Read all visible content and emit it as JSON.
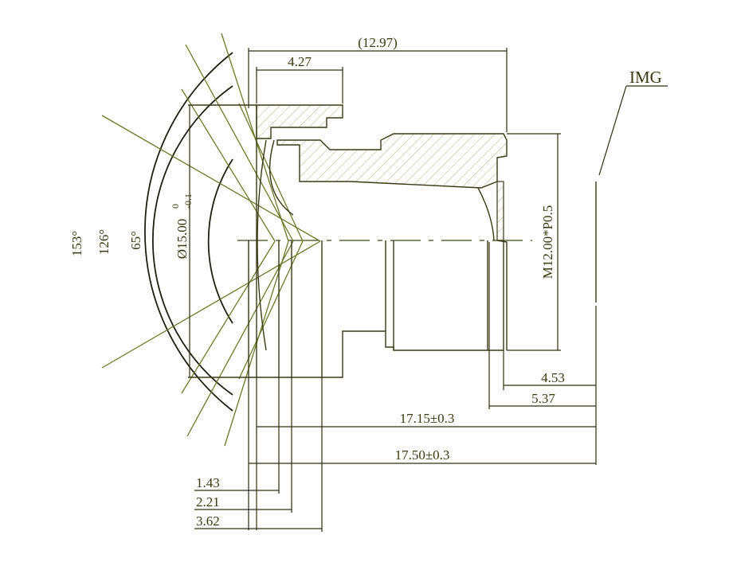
{
  "drawing": {
    "colors": {
      "line": "#3a3a14",
      "ray": "#6b7a2a",
      "text": "#3a3a10",
      "hatch": "#b9c08a",
      "background": "#ffffff"
    },
    "labels": {
      "overall_length_ref": "(12.97)",
      "flange_width": "4.27",
      "img": "IMG",
      "thread": "M12.00*P0.5",
      "diameter_main": "Ø15.00",
      "diameter_tol_upper": "0",
      "diameter_tol_lower": "-0.1",
      "angle_153": "153°",
      "angle_126": "126°",
      "angle_65": "65°",
      "bfl_453": "4.53",
      "bfl_537": "5.37",
      "ttl_1715": "17.15±0.3",
      "ttl_1750": "17.50±0.3",
      "dist_143": "1.43",
      "dist_221": "2.21",
      "dist_362": "3.62"
    }
  }
}
